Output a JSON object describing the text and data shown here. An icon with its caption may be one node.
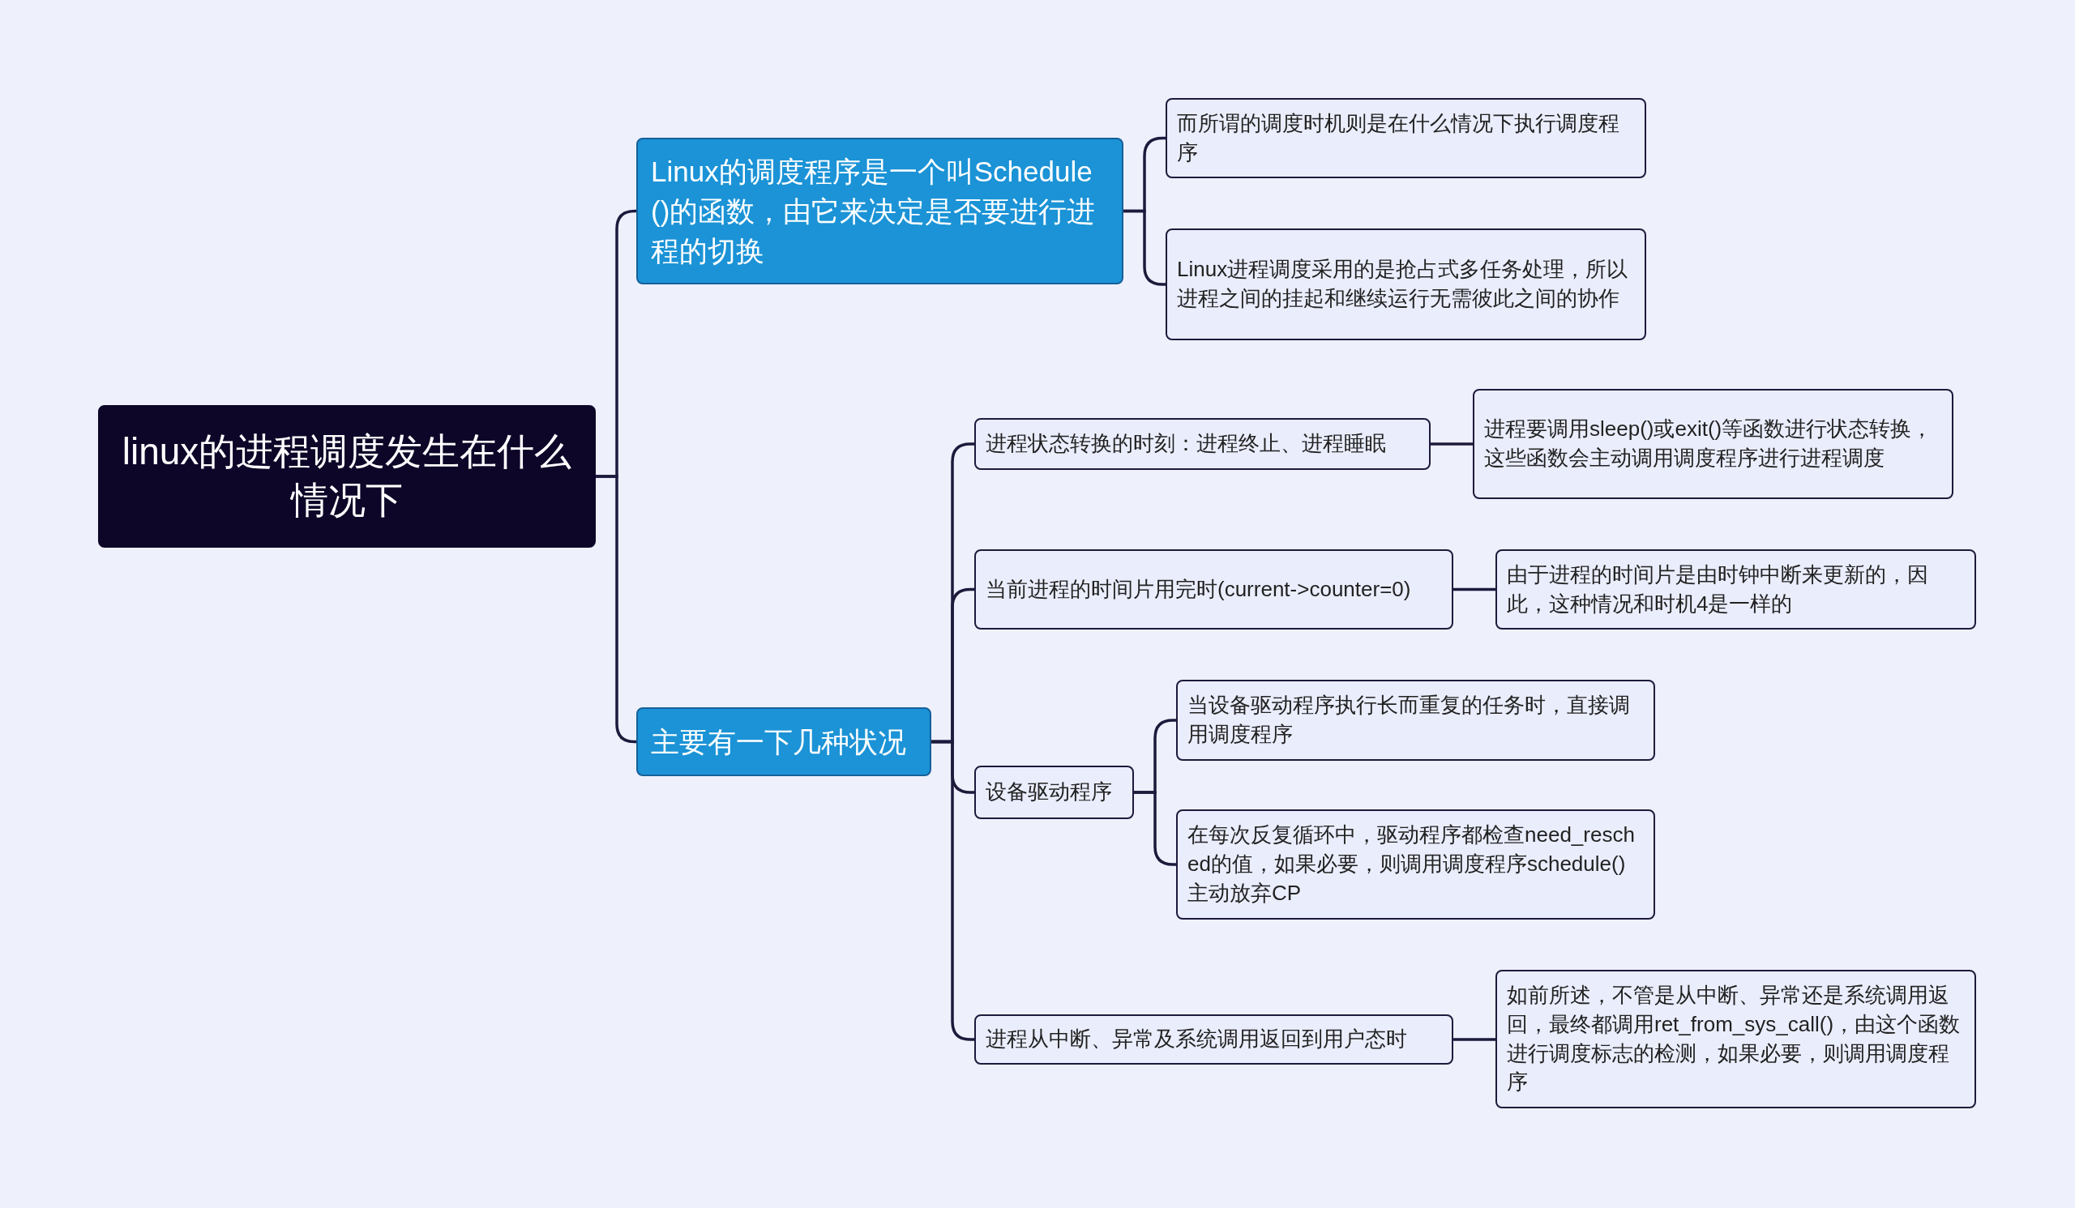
{
  "diagram": {
    "nodes": [
      {
        "text": [
          "linux的进程调度发生在什么情况下"
        ]
      },
      {
        "text": [
          "Linux的调度程序是一个叫Schedule()的函数，由它来决定是否要进行进程的切换"
        ]
      },
      {
        "text": [
          "而所谓的调度时机则是在什么情况下执行调度程序"
        ]
      },
      {
        "text": [
          "Linux进程调度采用的是抢占式多任务处理，所以进程之间的挂起和继续运行无需彼此之间的协作"
        ]
      },
      {
        "text": [
          "主要有一下几种状况"
        ]
      },
      {
        "text": [
          "进程状态转换的时刻：进程终止、进程睡眠"
        ]
      },
      {
        "text": [
          "进程要调用sleep()或exit()等函数进行状态转换，这些函数会主动调用调度程序进行进程调度"
        ]
      },
      {
        "text": [
          "当前进程的时间片用完时(current->counter=0)"
        ]
      },
      {
        "text": [
          "由于进程的时间片是由时钟中断来更新的，因此，这种情况和时机4是一样的"
        ]
      },
      {
        "text": [
          "设备驱动程序"
        ]
      },
      {
        "text": [
          "当设备驱动程序执行长而重复的任务时，直接调用调度程序"
        ]
      },
      {
        "text": [
          "在每次反复循环中，驱动程序都检查need_resched的值，如果必要，则调用调度程序schedule()主动放弃CP"
        ]
      },
      {
        "text": [
          "进程从中断、异常及系统调用返回到用户态时"
        ]
      },
      {
        "text": [
          "如前所述，不管是从中断、异常还是系统调用返回，最终都调用ret_from_sys_call()，由这个函数进行调度标志的检测，如果必要，则调用调度程序"
        ]
      }
    ],
    "edges": [
      {
        "from": 0,
        "to": 1,
        "arrow": "none"
      },
      {
        "from": 0,
        "to": 4,
        "arrow": "none"
      },
      {
        "from": 1,
        "to": 2,
        "arrow": "none"
      },
      {
        "from": 1,
        "to": 3,
        "arrow": "none"
      },
      {
        "from": 4,
        "to": 5,
        "arrow": "none"
      },
      {
        "from": 4,
        "to": 7,
        "arrow": "none"
      },
      {
        "from": 4,
        "to": 9,
        "arrow": "none"
      },
      {
        "from": 4,
        "to": 12,
        "arrow": "none"
      },
      {
        "from": 5,
        "to": 6,
        "arrow": "none"
      },
      {
        "from": 7,
        "to": 8,
        "arrow": "none"
      },
      {
        "from": 9,
        "to": 10,
        "arrow": "none"
      },
      {
        "from": 9,
        "to": 11,
        "arrow": "none"
      },
      {
        "from": 12,
        "to": 13,
        "arrow": "none"
      }
    ]
  }
}
